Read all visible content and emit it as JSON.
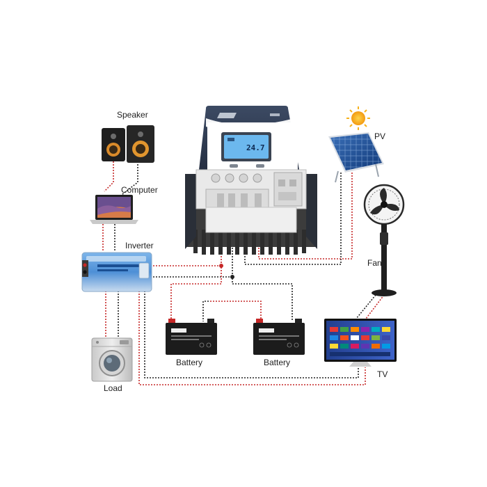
{
  "labels": {
    "speaker": "Speaker",
    "computer": "Computer",
    "inverter": "Inverter",
    "load": "Load",
    "battery_1": "Battery",
    "battery_2": "Battery",
    "pv": "PV",
    "fan": "Fan",
    "tv": "TV"
  },
  "controller": {
    "display_reading": "24.7"
  },
  "colors": {
    "positive_wire": "#c62828",
    "negative_wire": "#222222",
    "load_wire": "#c62828",
    "controller_cover": "#2e3a4f",
    "lcd": "#6cb8ee",
    "inverter_body": "#4d8fd6",
    "battery_body": "#1c1c1c",
    "sun": "#f6b21c"
  }
}
